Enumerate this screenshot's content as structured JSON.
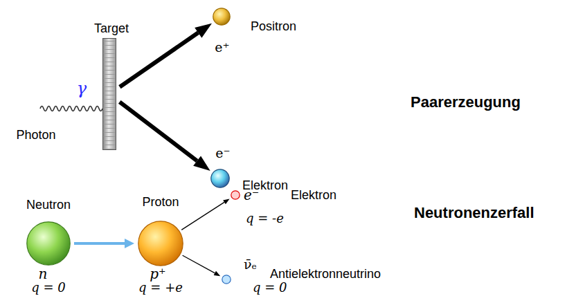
{
  "diagram": {
    "nodes": [
      {
        "text": [
          "Target"
        ]
      },
      {
        "text": [
          "Positron",
          "e⁺"
        ]
      },
      {
        "text": [
          "e⁻",
          "Elektron"
        ]
      },
      {
        "text": [
          "Neutron",
          "n",
          "q = 0"
        ]
      },
      {
        "text": [
          "Proton",
          "p⁺",
          "q = +e"
        ]
      },
      {
        "text": [
          "e⁻",
          "Elektron",
          "q = -e"
        ]
      },
      {
        "text": [
          "ν̄ₑ",
          "Antielektronneutrino",
          "q = 0"
        ]
      }
    ],
    "edges": [
      {
        "from": 0,
        "to": 1,
        "arrow": "to"
      },
      {
        "from": 0,
        "to": 2,
        "arrow": "to"
      },
      {
        "from": 3,
        "to": 4,
        "arrow": "to"
      },
      {
        "from": 4,
        "to": 5,
        "arrow": "to"
      },
      {
        "from": 4,
        "to": 6,
        "arrow": "to"
      }
    ],
    "labels": [
      "γ",
      "Photon",
      "Paarerzeugung",
      "Neutronenzerfall"
    ]
  }
}
